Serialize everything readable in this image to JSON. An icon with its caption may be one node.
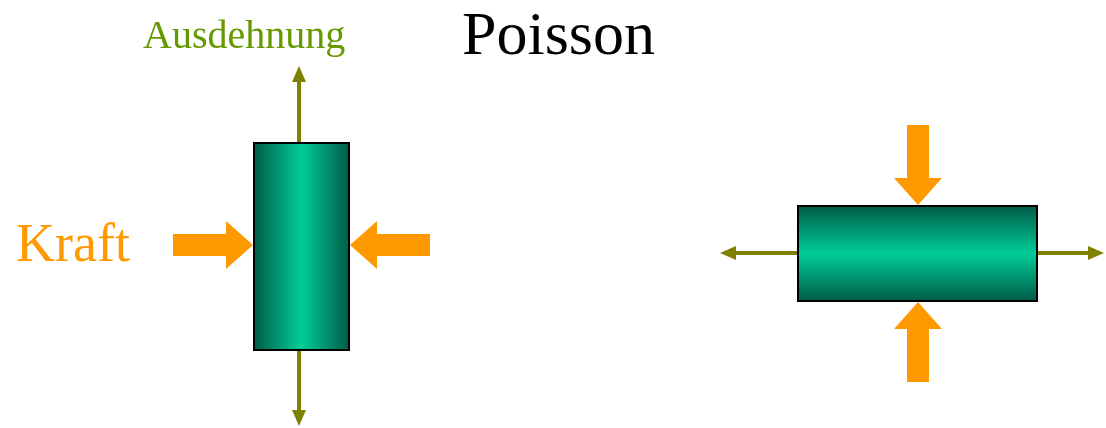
{
  "diagram": {
    "title": "Poisson",
    "nodes": [
      {
        "text": [],
        "shape": "bar"
      },
      {
        "text": [],
        "shape": "bar"
      }
    ],
    "labels": [
      "Ausdehnung",
      "Kraft"
    ]
  }
}
